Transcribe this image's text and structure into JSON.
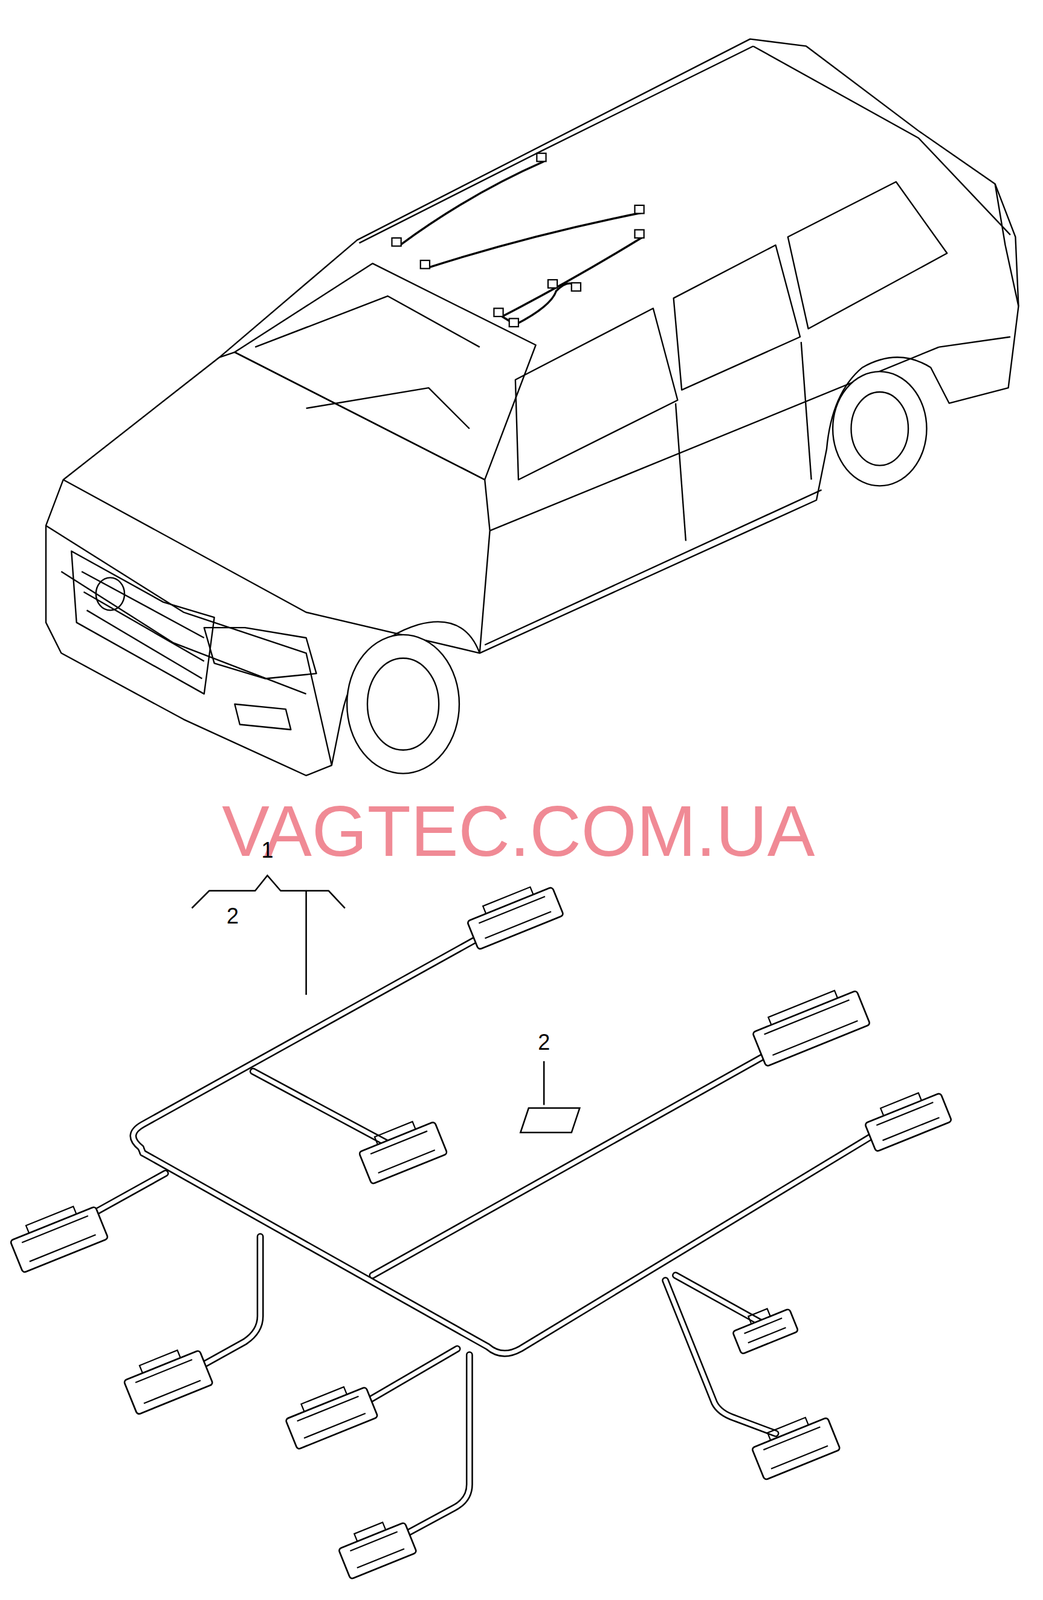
{
  "diagram": {
    "labels": [
      "VAGTEC.COM.UA",
      "1",
      "2",
      "2"
    ]
  }
}
